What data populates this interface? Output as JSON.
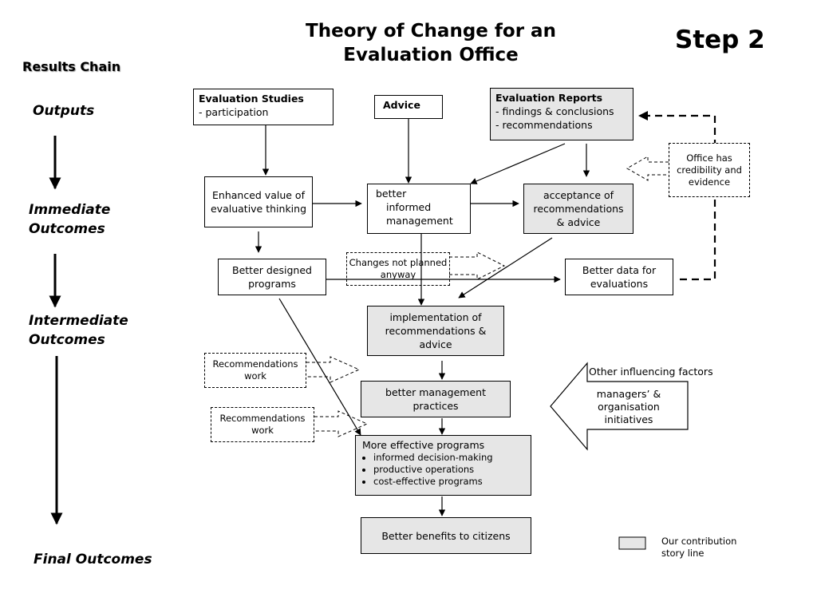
{
  "title_line1": "Theory of Change for an",
  "title_line2": "Evaluation Office",
  "step": "Step 2",
  "results_chain": {
    "title": "Results Chain",
    "outputs": "Outputs",
    "immediate_1": "Immediate",
    "immediate_2": "Outcomes",
    "intermediate_1": "Intermediate",
    "intermediate_2": "Outcomes",
    "final": "Final Outcomes"
  },
  "boxes": {
    "eval_studies_head": "Evaluation Studies",
    "eval_studies_item": "-  participation",
    "advice": "Advice",
    "eval_reports_head": "Evaluation Reports",
    "eval_reports_item1": "-  findings & conclusions",
    "eval_reports_item2": "-  recommendations",
    "enhanced_value": "Enhanced value of evaluative thinking",
    "better_informed_1": "better",
    "better_informed_2": "informed",
    "better_informed_3": "management",
    "acceptance": "acceptance of recommendations & advice",
    "office_credibility": "Office has credibility and evidence",
    "better_designed": "Better designed programs",
    "changes_not_planned": "Changes not planned anyway",
    "better_data": "Better data for evaluations",
    "implementation": "implementation of recommendations & advice",
    "recommendations_work_1": "Recommendations work",
    "recommendations_work_2": "Recommendations work",
    "better_mgmt_practices": "better  management practices",
    "more_effective_head": "More effective programs",
    "more_effective_items": [
      "informed decision-making",
      "productive operations",
      "cost-effective programs"
    ],
    "better_benefits": "Better benefits to citizens"
  },
  "other_factors": {
    "label": "Other influencing factors",
    "content": "managers’ & organisation initiatives"
  },
  "legend": {
    "label": "Our contribution story line",
    "swatch_color": "#e6e6e6"
  }
}
